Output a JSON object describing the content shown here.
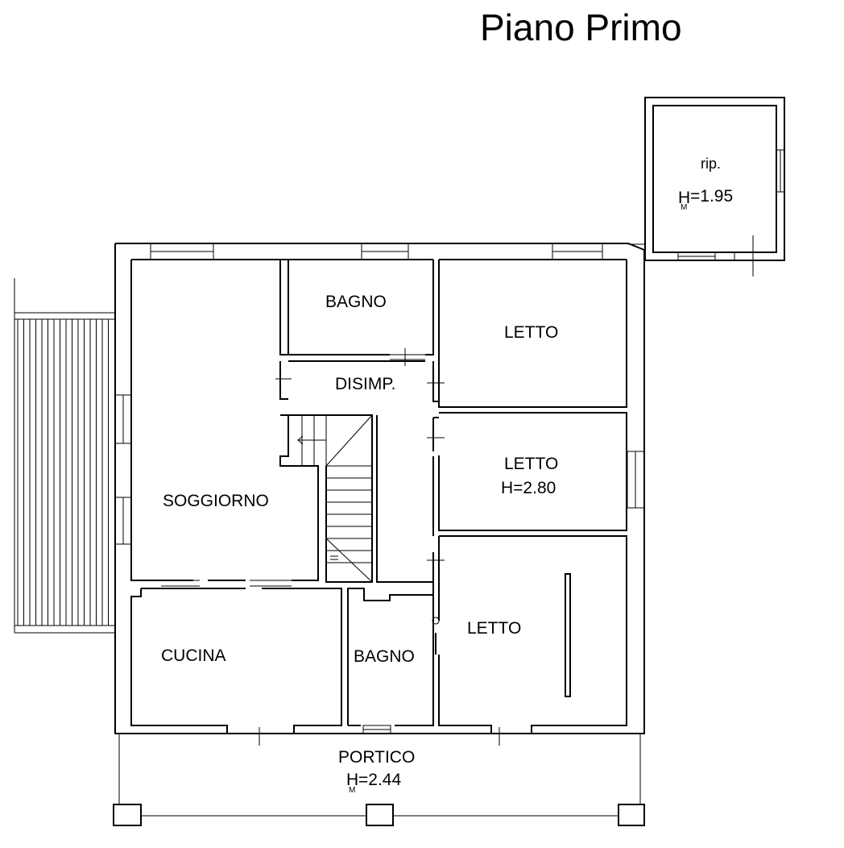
{
  "title": "Piano Primo",
  "rooms": {
    "ripostiglio": {
      "label": "rip.",
      "height": "=1.95",
      "h_letter": "H",
      "h_sub": "M"
    },
    "bagno_top": {
      "label": "BAGNO"
    },
    "letto_1": {
      "label": "LETTO"
    },
    "disimpegno": {
      "label": "DISIMP."
    },
    "letto_2": {
      "label": "LETTO",
      "height": "H=2.80"
    },
    "soggiorno": {
      "label": "SOGGIORNO"
    },
    "letto_3": {
      "label": "LETTO"
    },
    "cucina": {
      "label": "CUCINA"
    },
    "bagno_bottom": {
      "label": "BAGNO"
    },
    "portico": {
      "label": "PORTICO",
      "height": "=2.44",
      "h_letter": "H",
      "h_sub": "M"
    }
  }
}
